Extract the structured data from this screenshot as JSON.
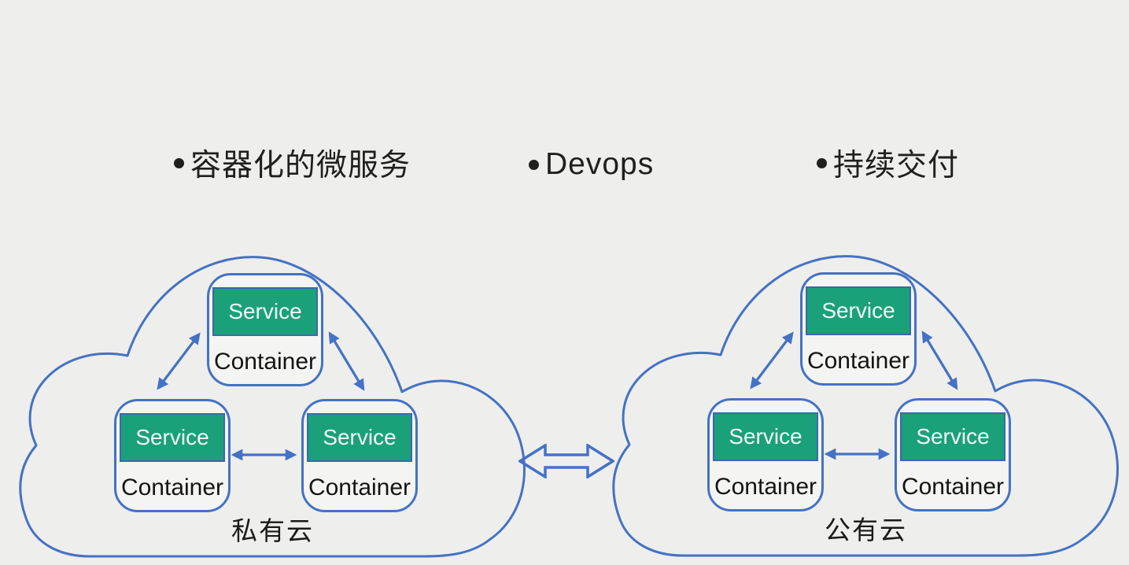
{
  "colors": {
    "background": "#eeeeec",
    "accent_blue": "#4472c4",
    "service_green": "#1aa179",
    "text_dark": "#1f1f1f"
  },
  "bullets": [
    {
      "label": "容器化的微服务"
    },
    {
      "label": "Devops"
    },
    {
      "label": "持续交付"
    }
  ],
  "clouds": [
    {
      "label": "私有云",
      "nodes": [
        {
          "service": "Service",
          "container": "Container"
        },
        {
          "service": "Service",
          "container": "Container"
        },
        {
          "service": "Service",
          "container": "Container"
        }
      ]
    },
    {
      "label": "公有云",
      "nodes": [
        {
          "service": "Service",
          "container": "Container"
        },
        {
          "service": "Service",
          "container": "Container"
        },
        {
          "service": "Service",
          "container": "Container"
        }
      ]
    }
  ],
  "icons": {
    "bullet_dot": "round-dot",
    "cloud_outline": "cloud-shape",
    "node_link": "double-headed-arrow",
    "cloud_sync": "hollow-left-right-arrow"
  }
}
